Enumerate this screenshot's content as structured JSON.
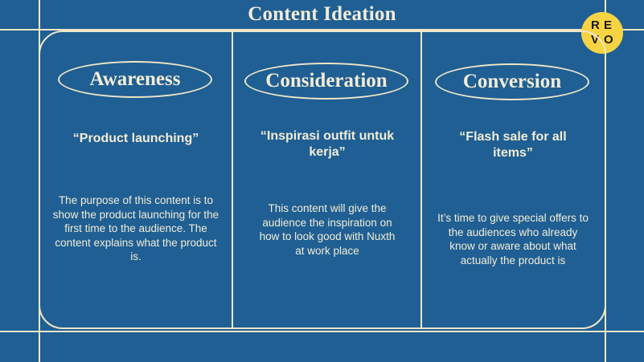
{
  "title": "Content Ideation",
  "logo": {
    "letters": [
      "R",
      "E",
      "V",
      "O"
    ]
  },
  "columns": [
    {
      "heading": "Awareness",
      "quote": "“Product launching”",
      "body": "The purpose of this content is to show the product launching for the first time to the audience. The content explains what the product is."
    },
    {
      "heading": "Consideration",
      "quote": "“Inspirasi outfit untuk kerja”",
      "body": "This content will give the audience the inspiration on how to look good with Nuxth at work place"
    },
    {
      "heading": "Conversion",
      "quote": "“Flash sale for all items”",
      "body": "It’s time to give special offers to the audiences who already know or aware about what actually the product is"
    }
  ]
}
